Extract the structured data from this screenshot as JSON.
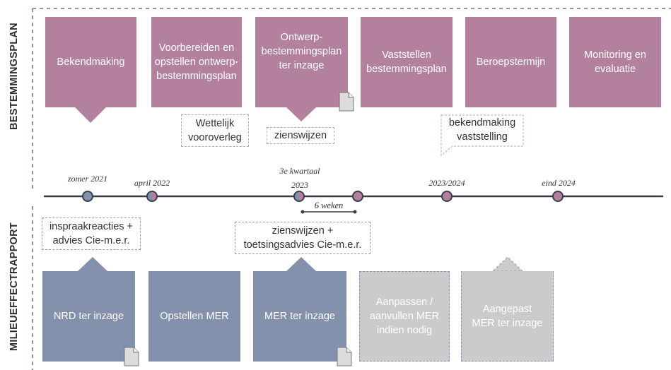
{
  "side_labels": {
    "top": "BESTEMMINGSPLAN",
    "bottom": "MILIEUEFFECTRAPPORT"
  },
  "plan_boxes": [
    {
      "label": "Bekendmaking"
    },
    {
      "label": "Voorbereiden en opstellen ontwerp-bestemmingsplan"
    },
    {
      "label": "Ontwerp-bestemmingsplan ter inzage"
    },
    {
      "label": "Vaststellen bestemmingsplan"
    },
    {
      "label": "Beroepstermijn"
    },
    {
      "label": "Monitoring en evaluatie"
    }
  ],
  "plan_notes": [
    {
      "label": "Wettelijk vooroverleg"
    },
    {
      "label": "zienswijzen"
    },
    {
      "label": "bekendmaking vaststelling"
    }
  ],
  "timeline": {
    "labels": [
      {
        "label": "zomer 2021"
      },
      {
        "label": "april 2022"
      },
      {
        "label": "3e kwartaal 2023"
      },
      {
        "label": "2023/2024"
      },
      {
        "label": "eind 2024"
      }
    ],
    "interval_label": "6 weken"
  },
  "mer_notes": [
    {
      "label": "inspraakreacties + advies Cie-m.e.r."
    },
    {
      "label": "zienswijzen + toetsingsadvies Cie-m.e.r."
    }
  ],
  "mer_boxes": [
    {
      "label": "NRD ter inzage"
    },
    {
      "label": "Opstellen MER"
    },
    {
      "label": "MER ter inzage"
    },
    {
      "label": "Aanpassen / aanvullen MER indien nodig"
    },
    {
      "label": "Aangepast MER ter inzage"
    }
  ],
  "colors": {
    "plan": "#b3809e",
    "mer": "#8391ad",
    "optional": "#cbcbcb",
    "timeline": "#3a3f4b"
  }
}
